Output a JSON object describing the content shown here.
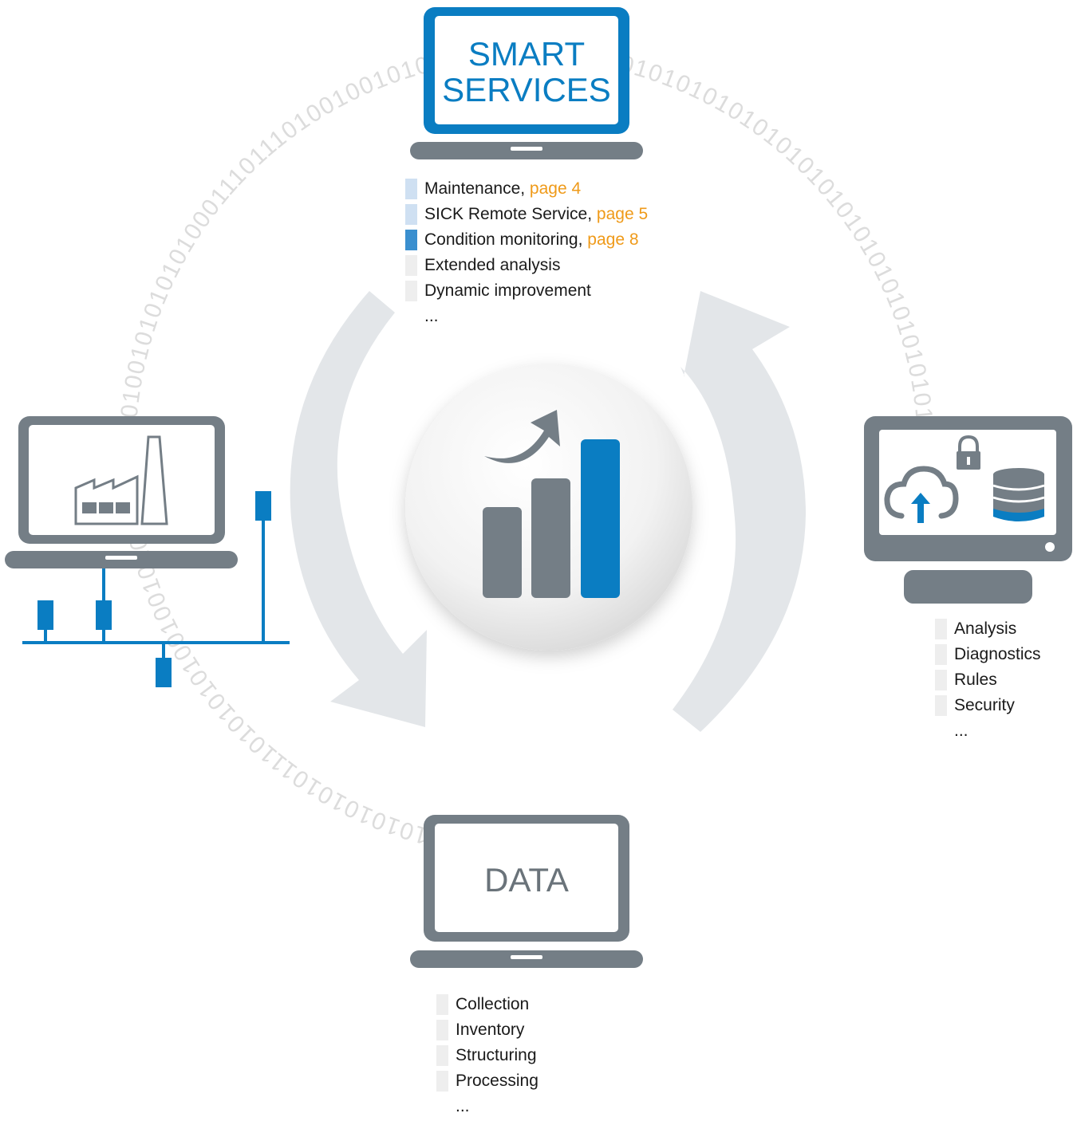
{
  "binary_ring": {
    "text": "0101011101010101011101010101001001010010010100100101010101000111011101001001010101010101010101010101010101010101010101010101010101001",
    "color": "#dcdcdc"
  },
  "smart_services": {
    "title_line1": "SMART",
    "title_line2": "SERVICES",
    "items": [
      {
        "label": "Maintenance, ",
        "link": "page 4",
        "marker_color": "#cfe0f2"
      },
      {
        "label": "SICK Remote Service, ",
        "link": "page 5",
        "marker_color": "#cfe0f2"
      },
      {
        "label": "Condition monitoring, ",
        "link": "page 8",
        "marker_color": "#3a8fcf"
      },
      {
        "label": "Extended analysis",
        "link": "",
        "marker_color": "#eeeeee"
      },
      {
        "label": "Dynamic improvement",
        "link": "",
        "marker_color": "#eeeeee"
      }
    ],
    "ellipsis": "..."
  },
  "analysis": {
    "items": [
      {
        "label": "Analysis"
      },
      {
        "label": "Diagnostics"
      },
      {
        "label": "Rules"
      },
      {
        "label": "Security"
      }
    ],
    "ellipsis": "..."
  },
  "data": {
    "title": "DATA",
    "items": [
      {
        "label": "Collection"
      },
      {
        "label": "Inventory"
      },
      {
        "label": "Structuring"
      },
      {
        "label": "Processing"
      }
    ],
    "ellipsis": "..."
  },
  "colors": {
    "brand_blue": "#0a7dc2",
    "device_gray": "#747e86",
    "arrow_gray": "#e3e6e9",
    "link_orange": "#ef9a19"
  },
  "icons": {
    "center": "growth-bar-chart-icon",
    "left": "factory-network-laptop-icon",
    "right": "cloud-database-monitor-icon"
  }
}
